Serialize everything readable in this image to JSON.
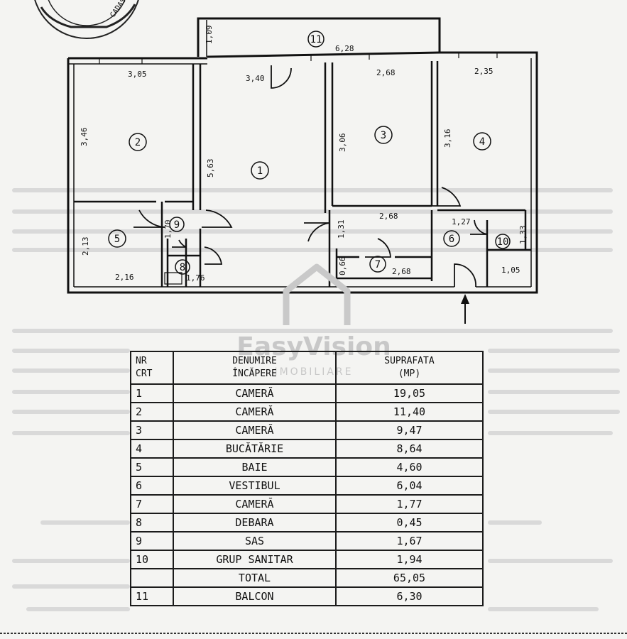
{
  "watermark": {
    "brand": "EasyVision",
    "sub": "IMOBILIARE"
  },
  "stamp_text": "CADASTRU, GEODEZ",
  "plan": {
    "rooms": [
      "1",
      "2",
      "3",
      "4",
      "5",
      "6",
      "7",
      "8",
      "9",
      "10",
      "11"
    ],
    "dimensions": {
      "balcony_width": "6,28",
      "balcony_depth": "1,09",
      "room2_width": "3,05",
      "room2_height": "3,46",
      "room1_top": "3,40",
      "room1_height": "5,63",
      "room3_width": "2,68",
      "room3_height": "3,06",
      "room4_width": "2,35",
      "room4_height": "3,16",
      "room3_bottom": "2,68",
      "room5_height": "2,13",
      "room5_width": "2,16",
      "room9_width": "1,70",
      "room8_width": "1,76",
      "room7_height": "1,31",
      "room7_width": "2,68",
      "room7_side": "0,66",
      "room6_width": "1,27",
      "room10_height": "1,33",
      "room10_width": "1,05"
    }
  },
  "table": {
    "headers": {
      "nr_line1": "NR",
      "nr_line2": "CRT",
      "name_line1": "DENUMIRE",
      "name_line2": "ÎNCĂPERE",
      "area_line1": "SUPRAFATA",
      "area_line2": "(MP)"
    },
    "rows": [
      {
        "nr": "1",
        "name": "CAMERĂ",
        "area": "19,05"
      },
      {
        "nr": "2",
        "name": "CAMERĂ",
        "area": "11,40"
      },
      {
        "nr": "3",
        "name": "CAMERĂ",
        "area": "9,47"
      },
      {
        "nr": "4",
        "name": "BUCĂTĂRIE",
        "area": "8,64"
      },
      {
        "nr": "5",
        "name": "BAIE",
        "area": "4,60"
      },
      {
        "nr": "6",
        "name": "VESTIBUL",
        "area": "6,04"
      },
      {
        "nr": "7",
        "name": "CAMERĂ",
        "area": "1,77"
      },
      {
        "nr": "8",
        "name": "DEBARA",
        "area": "0,45"
      },
      {
        "nr": "9",
        "name": "SAS",
        "area": "1,67"
      },
      {
        "nr": "10",
        "name": "GRUP SANITAR",
        "area": "1,94"
      },
      {
        "nr": "",
        "name": "TOTAL",
        "area": "65,05"
      },
      {
        "nr": "11",
        "name": "BALCON",
        "area": "6,30"
      }
    ]
  }
}
